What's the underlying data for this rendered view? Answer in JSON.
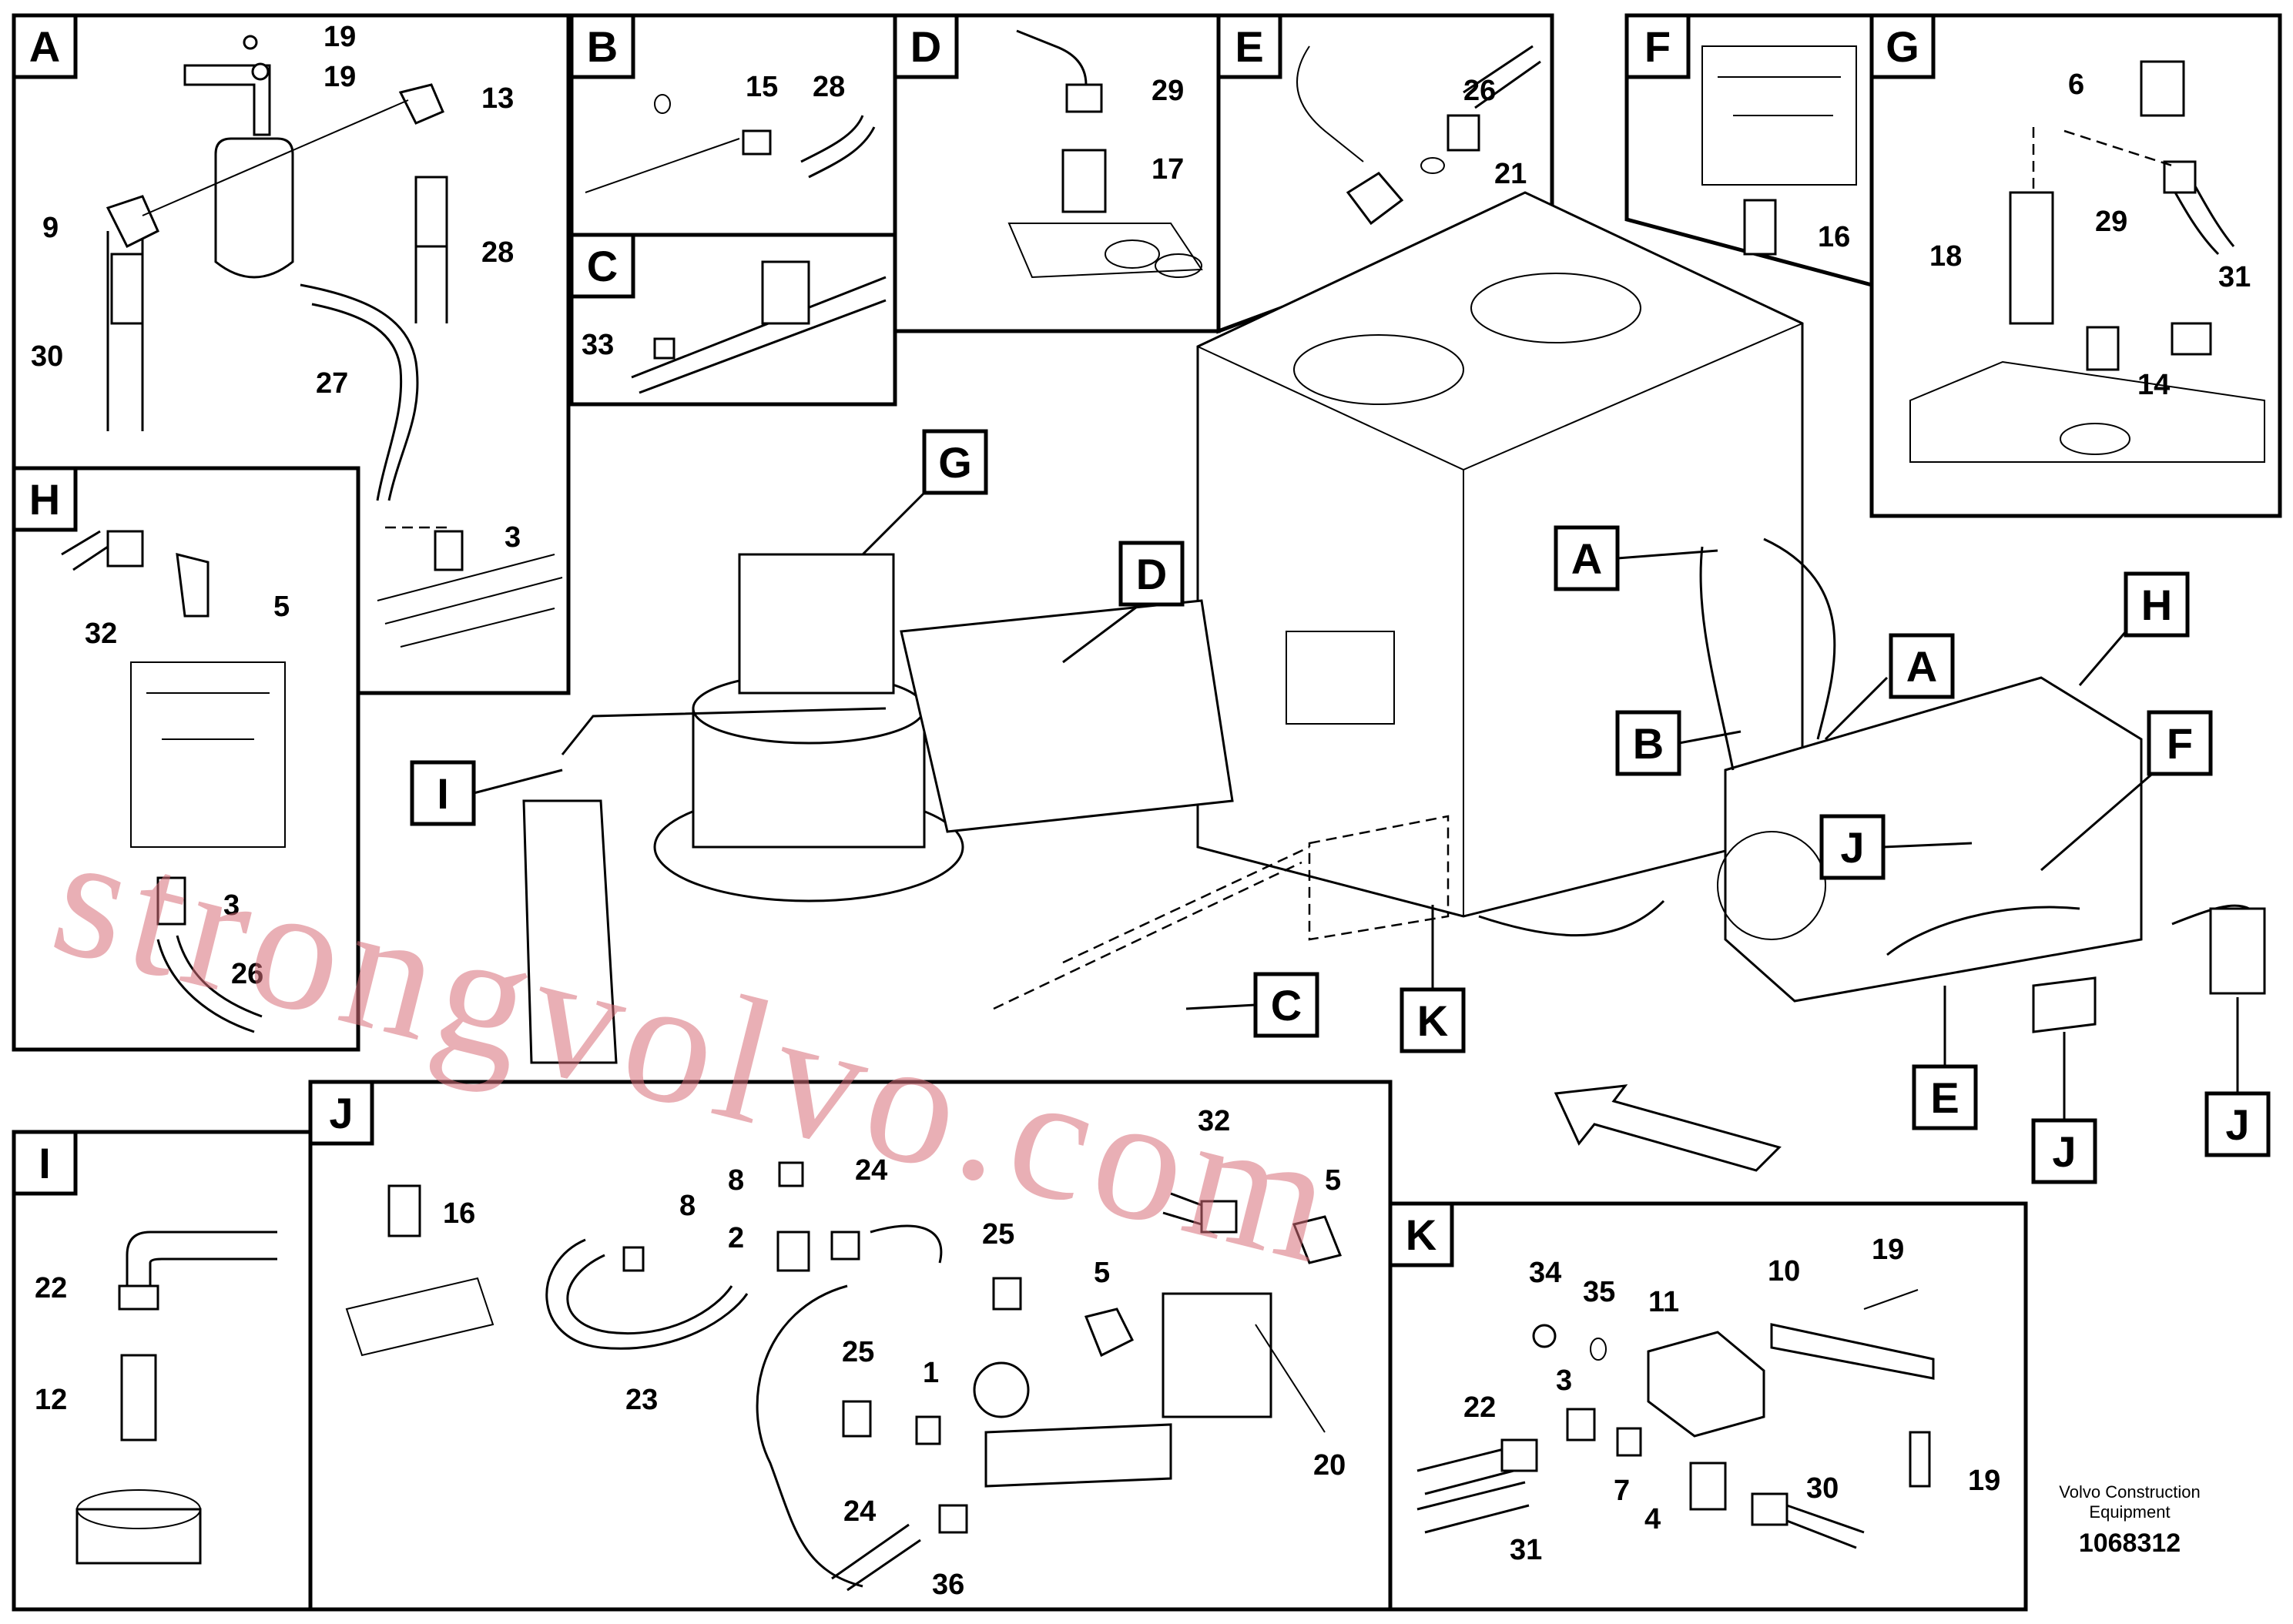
{
  "diagram": {
    "panel_letters": {
      "A": "A",
      "B": "B",
      "C": "C",
      "D": "D",
      "E": "E",
      "F": "F",
      "G": "G",
      "H": "H",
      "I": "I",
      "J": "J",
      "K": "K"
    },
    "callouts": {
      "a_19a": "19",
      "a_19b": "19",
      "a_13": "13",
      "a_9": "9",
      "a_28": "28",
      "a_30": "30",
      "a_27": "27",
      "a_3": "3",
      "b_15": "15",
      "b_28": "28",
      "c_33": "33",
      "d_29": "29",
      "d_17": "17",
      "e_26": "26",
      "e_21": "21",
      "f_16": "16",
      "g_6": "6",
      "g_18": "18",
      "g_29": "29",
      "g_31": "31",
      "g_14": "14",
      "h_32": "32",
      "h_5": "5",
      "h_3": "3",
      "h_26": "26",
      "i_22": "22",
      "i_12": "12",
      "j_16": "16",
      "j_8a": "8",
      "j_8b": "8",
      "j_2": "2",
      "j_24a": "24",
      "j_32": "32",
      "j_5a": "5",
      "j_25a": "25",
      "j_5b": "5",
      "j_23": "23",
      "j_25b": "25",
      "j_1": "1",
      "j_20": "20",
      "j_24b": "24",
      "j_36": "36",
      "k_34": "34",
      "k_35": "35",
      "k_11": "11",
      "k_10": "10",
      "k_19a": "19",
      "k_3": "3",
      "k_22": "22",
      "k_7": "7",
      "k_19b": "19",
      "k_31": "31",
      "k_4": "4",
      "k_30": "30"
    },
    "overview_tags": {
      "G": "G",
      "D": "D",
      "I": "I",
      "A1": "A",
      "A2": "A",
      "B": "B",
      "H": "H",
      "F": "F",
      "J1": "J",
      "C": "C",
      "K": "K",
      "E": "E",
      "J2": "J",
      "J3": "J"
    }
  },
  "footer": {
    "brand_line1": "Volvo Construction",
    "brand_line2": "Equipment",
    "drawing_number": "1068312"
  },
  "watermark": "strongvolvo.com"
}
